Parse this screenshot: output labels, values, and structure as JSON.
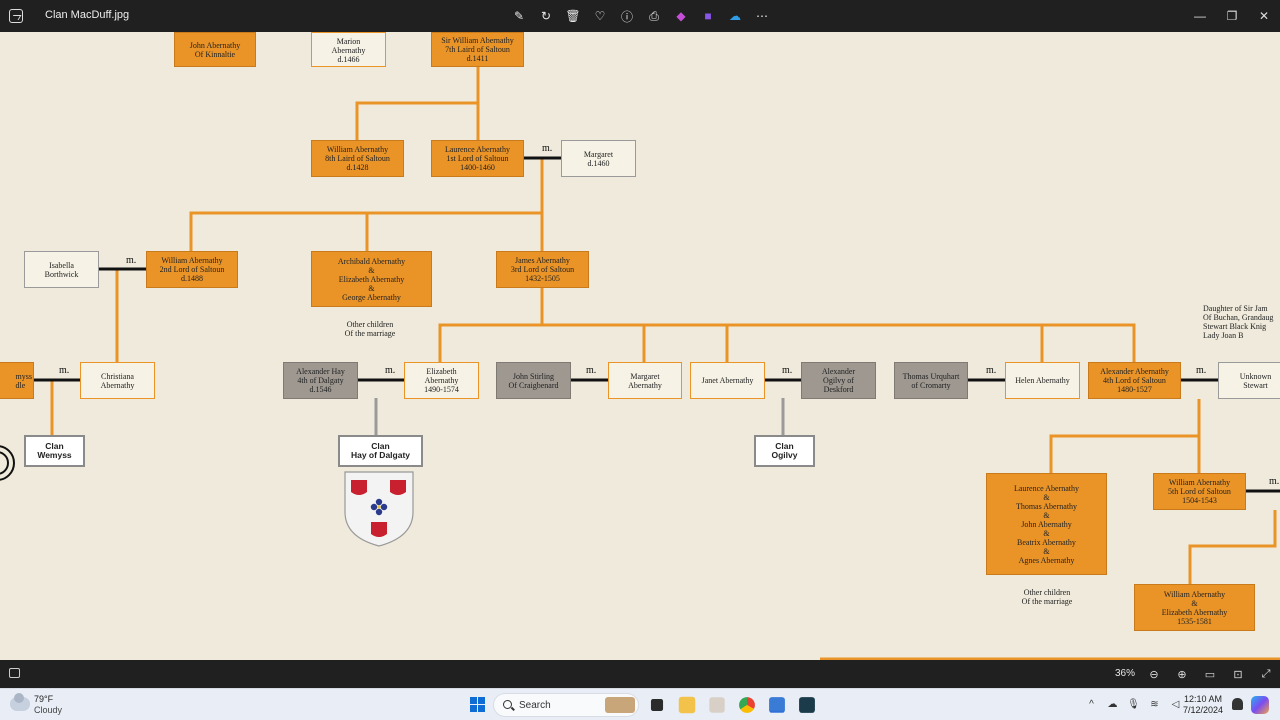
{
  "window": {
    "title": "Clan MacDuff.jpg"
  },
  "toolbar": {
    "buttons": [
      {
        "name": "edit-image-icon",
        "glyph": "✎"
      },
      {
        "name": "rotate-icon",
        "glyph": "↻"
      },
      {
        "name": "delete-icon",
        "glyph": "🗑"
      },
      {
        "name": "favorite-icon",
        "glyph": "♡"
      },
      {
        "name": "info-icon",
        "glyph": "ⓘ"
      },
      {
        "name": "print-icon",
        "glyph": "⎙"
      },
      {
        "name": "designer-icon",
        "glyph": "◆"
      },
      {
        "name": "clipchamp-icon",
        "glyph": "■"
      },
      {
        "name": "onedrive-icon",
        "glyph": "☁"
      },
      {
        "name": "more-icon",
        "glyph": "⋯"
      }
    ]
  },
  "window_controls": {
    "minimize": "—",
    "restore": "❐",
    "close": "✕"
  },
  "tree": {
    "boxes": [
      {
        "id": "john-kinnaltie",
        "text": "John Abernathy\nOf Kinnaltie"
      },
      {
        "id": "marion",
        "text": "Marion\nAbernathy\nd.1466"
      },
      {
        "id": "sir-william",
        "text": "Sir William Abernathy\n7th Laird of Saltoun\nd.1411"
      },
      {
        "id": "william-8th",
        "text": "William Abernathy\n8th Laird of Saltoun\nd.1428"
      },
      {
        "id": "laurence-1st",
        "text": "Laurence Abernathy\n1st Lord of Saltoun\n1400-1460"
      },
      {
        "id": "margaret-1460",
        "text": "Margaret\nd.1460"
      },
      {
        "id": "isabella",
        "text": "Isabella\nBorthwick"
      },
      {
        "id": "william-2nd",
        "text": "William Abernathy\n2nd Lord of Saltoun\nd.1488"
      },
      {
        "id": "archibald",
        "text": "Archibald Abernathy\n&\nElizabeth Abernathy\n&\nGeorge Abernathy"
      },
      {
        "id": "james-3rd",
        "text": "James Abernathy\n3rd Lord of Saltoun\n1432-1505"
      },
      {
        "id": "wemyss-partial",
        "text": "myss\ndle"
      },
      {
        "id": "christiana",
        "text": "Christiana\nAbernathy"
      },
      {
        "id": "alexander-hay",
        "text": "Alexander Hay\n4th of Dalgaty\nd.1546"
      },
      {
        "id": "elizabeth",
        "text": "Elizabeth\nAbernathy\n1490-1574"
      },
      {
        "id": "john-stirling",
        "text": "John Stirling\nOf Craigbenard"
      },
      {
        "id": "margaret-ab",
        "text": "Margaret\nAbernathy"
      },
      {
        "id": "janet",
        "text": "Janet Abernathy"
      },
      {
        "id": "alexander-ogilvy",
        "text": "Alexander\nOgilvy of\nDeskford"
      },
      {
        "id": "thomas-urquhart",
        "text": "Thomas Urquhart\nof Cromarty"
      },
      {
        "id": "helen",
        "text": "Helen Abernathy"
      },
      {
        "id": "alexander-4th",
        "text": "Alexander Abernathy\n4th Lord of Saltoun\n1480-1527"
      },
      {
        "id": "unknown-stewart",
        "text": "Unknown\nStewart"
      },
      {
        "id": "laurence-group",
        "text": "Laurence Abernathy\n&\nThomas Abernathy\n&\nJohn Abernathy\n&\nBeatrix Abernathy\n&\nAgnes Abernathy"
      },
      {
        "id": "william-5th",
        "text": "William Abernathy\n5th Lord of Saltoun\n1504-1543"
      },
      {
        "id": "william-elizabeth",
        "text": "William Abernathy\n&\nElizabeth Abernathy\n1535-1581"
      }
    ],
    "clans": [
      {
        "id": "wemyss",
        "text": "Clan\nWemyss"
      },
      {
        "id": "hay",
        "text": "Clan\nHay of Dalgaty"
      },
      {
        "id": "ogilvy",
        "text": "Clan\nOgilvy"
      }
    ],
    "marriage_label": "m.",
    "notes": {
      "other_children_1": "Other children\nOf the marriage",
      "other_children_2": "Other children\nOf the marriage",
      "daughter": "Daughter of Sir Jam\nOf Buchan, Grandaug\nStewart Black Knig\nLady Joan B"
    },
    "colors": {
      "line": "#ea9428",
      "marriage": "#111111",
      "clan_line": "#9a9a9a",
      "shield_red": "#c8202e",
      "shield_blue": "#2a3a8c"
    }
  },
  "statusbar": {
    "zoom": "36%",
    "icons": [
      "zoom-out-icon",
      "zoom-in-icon",
      "fit-icon",
      "actual-size-icon",
      "fullscreen-icon"
    ]
  },
  "taskbar": {
    "weather": {
      "temp": "79°F",
      "condition": "Cloudy"
    },
    "search_label": "Search",
    "clock": {
      "time": "12:10 AM",
      "date": "7/12/2024"
    }
  }
}
